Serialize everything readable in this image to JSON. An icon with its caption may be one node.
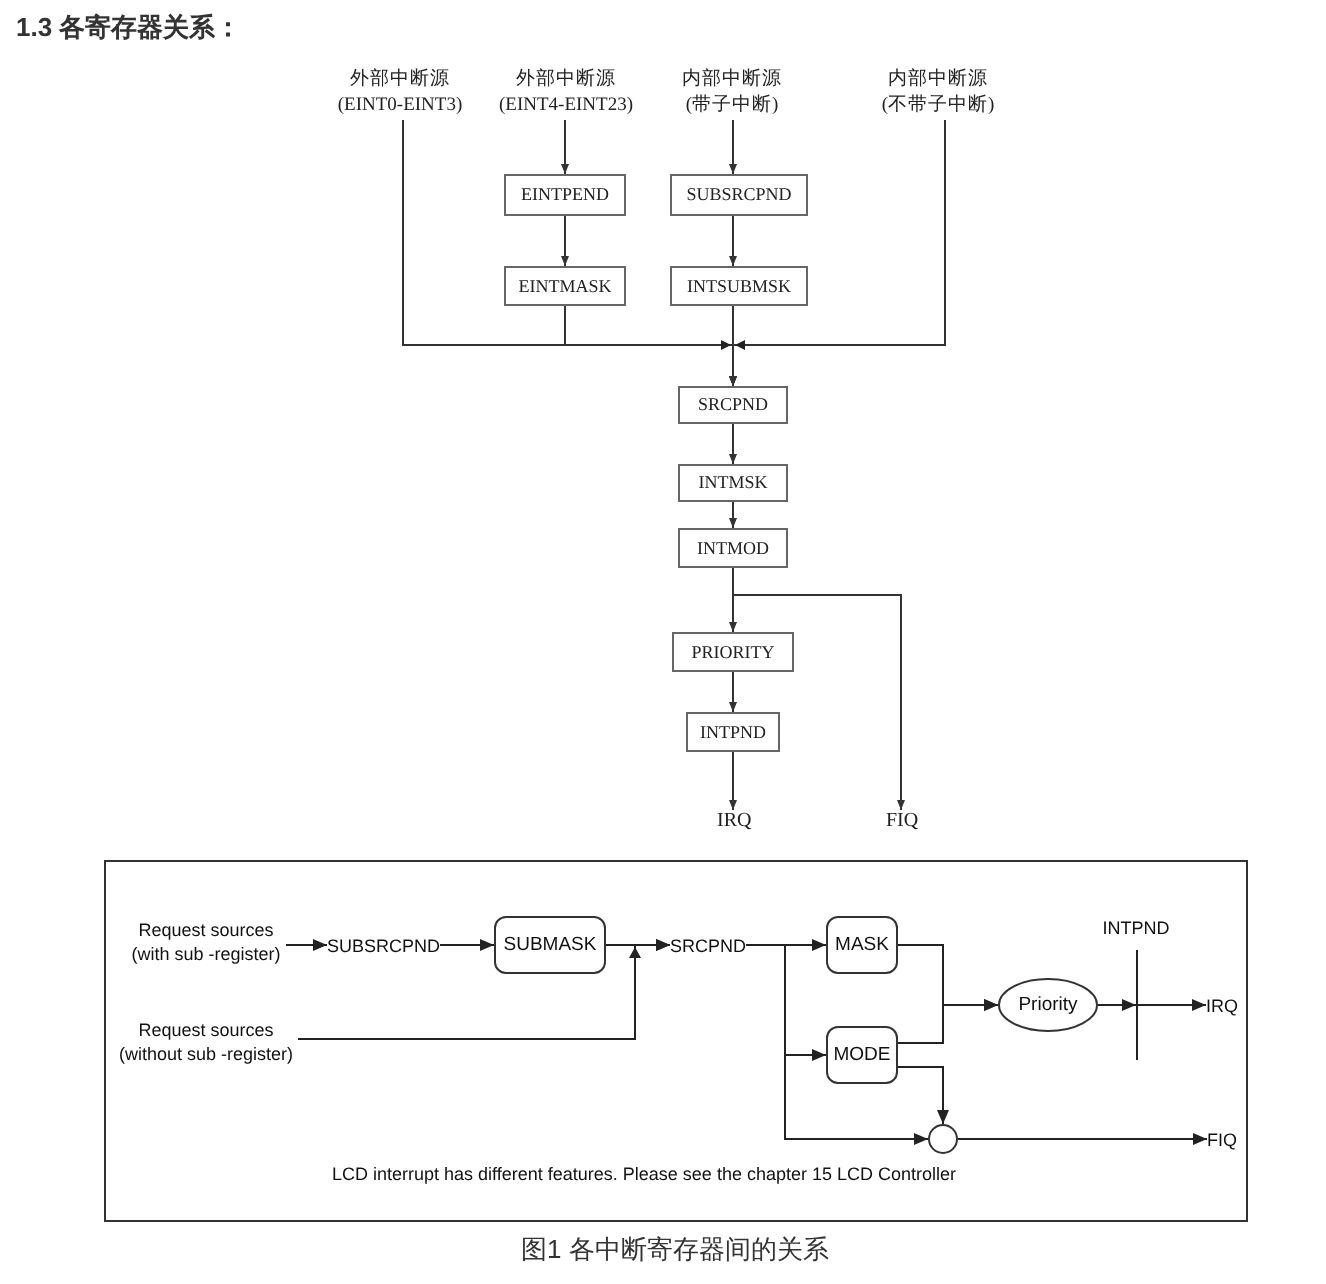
{
  "diagram": {
    "title": "1.3 各寄存器关系：",
    "caption": "图1 各中断寄存器间的关系",
    "nodes": [
      {
        "text": [
          "外部中断源 (EINT0-EINT3)"
        ]
      },
      {
        "text": [
          "外部中断源 (EINT4-EINT23)"
        ]
      },
      {
        "text": [
          "内部中断源 (带子中断)"
        ]
      },
      {
        "text": [
          "内部中断源 (不带子中断)"
        ]
      },
      {
        "text": [
          "EINTPEND"
        ]
      },
      {
        "text": [
          "SUBSRCPND"
        ]
      },
      {
        "text": [
          "EINTMASK"
        ]
      },
      {
        "text": [
          "INTSUBMSK"
        ]
      },
      {
        "text": [
          "SRCPND"
        ]
      },
      {
        "text": [
          "INTMSK"
        ]
      },
      {
        "text": [
          "INTMOD"
        ]
      },
      {
        "text": [
          "PRIORITY"
        ]
      },
      {
        "text": [
          "INTPND"
        ]
      },
      {
        "text": [
          "IRQ"
        ]
      },
      {
        "text": [
          "FIQ"
        ]
      },
      {
        "text": [
          "LCD interrupt has different features. Please see the chapter 15 LCD Controller"
        ]
      },
      {
        "text": [
          "Request sources (with sub -register)"
        ],
        "in": 15
      },
      {
        "text": [
          "SUBSRCPND"
        ],
        "in": 15
      },
      {
        "text": [
          "SUBMASK"
        ],
        "in": 15
      },
      {
        "text": [
          "Request sources (without sub -register)"
        ],
        "in": 15
      },
      {
        "text": [
          "SRCPND"
        ],
        "in": 15
      },
      {
        "text": [
          "MASK"
        ],
        "in": 15
      },
      {
        "text": [
          "MODE"
        ],
        "in": 15
      },
      {
        "text": [
          "Priority"
        ],
        "in": 15
      },
      {
        "text": [
          "INTPND"
        ],
        "in": 15
      },
      {
        "text": [
          "IRQ"
        ],
        "in": 15
      },
      {
        "text": [],
        "shape": "circle",
        "in": 15
      },
      {
        "text": [
          "FIQ"
        ],
        "in": 15
      }
    ],
    "edges": [
      {
        "from": 1,
        "to": 4,
        "arrow": "to"
      },
      {
        "from": 2,
        "to": 5,
        "arrow": "to"
      },
      {
        "from": 4,
        "to": 6,
        "arrow": "to"
      },
      {
        "from": 5,
        "to": 7,
        "arrow": "to"
      },
      {
        "from": 0,
        "to": 8,
        "arrow": "to"
      },
      {
        "from": 6,
        "to": 8,
        "arrow": "to"
      },
      {
        "from": 7,
        "to": 8,
        "arrow": "to"
      },
      {
        "from": 3,
        "to": 8,
        "arrow": "to"
      },
      {
        "from": 8,
        "to": 9,
        "arrow": "to"
      },
      {
        "from": 9,
        "to": 10,
        "arrow": "to"
      },
      {
        "from": 10,
        "to": 11,
        "arrow": "to"
      },
      {
        "from": 10,
        "to": 14,
        "arrow": "to"
      },
      {
        "from": 11,
        "to": 12,
        "arrow": "to"
      },
      {
        "from": 12,
        "to": 13,
        "arrow": "to"
      },
      {
        "from": 16,
        "to": 17,
        "arrow": "to"
      },
      {
        "from": 17,
        "to": 18,
        "arrow": "to"
      },
      {
        "from": 18,
        "to": 20,
        "arrow": "to"
      },
      {
        "from": 19,
        "to": 20,
        "arrow": "to"
      },
      {
        "from": 20,
        "to": 21,
        "arrow": "to"
      },
      {
        "from": 20,
        "to": 22,
        "arrow": "to"
      },
      {
        "from": 20,
        "to": 26,
        "arrow": "to"
      },
      {
        "from": 21,
        "to": 23,
        "arrow": "to"
      },
      {
        "from": 22,
        "to": 23,
        "arrow": "to"
      },
      {
        "from": 22,
        "to": 26,
        "arrow": "to"
      },
      {
        "from": 23,
        "to": 24,
        "arrow": "to"
      },
      {
        "from": 24,
        "to": 25,
        "arrow": "to"
      },
      {
        "from": 26,
        "to": 27,
        "arrow": "to"
      }
    ]
  }
}
